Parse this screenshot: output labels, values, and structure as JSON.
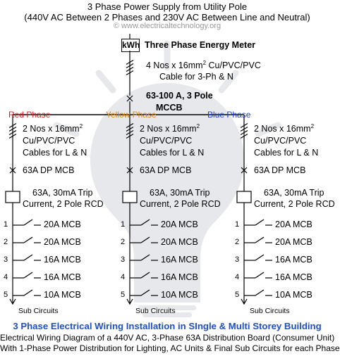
{
  "header": {
    "line1": "3 Phase Power Supply from Utility Pole",
    "line2": "(440V AC Between 2 Phases and 230V AC Between Line and Neutral)",
    "watermark": "© www.electricaltechnology.org"
  },
  "meter": {
    "box_label": "kWh",
    "label": "Three Phase Energy Meter"
  },
  "main_cable": {
    "line1": "4 Nos x 16mm",
    "sup": "2",
    "line1_rest": " Cu/PVC/PVC",
    "line2": "Cable for 3-Ph & N"
  },
  "mccb": {
    "line1": "63-100 A, 3 Pole",
    "line2": "MCCB"
  },
  "phases": [
    {
      "name": "Red Phase",
      "color": "#d42020",
      "cable_line1": "2 Nos x 16mm",
      "cable_sup": "2",
      "cable_line2": "Cu/PVC/PVC",
      "cable_line3": "Cables for L & N",
      "dp_mcb": "63A DP MCB",
      "rcd_line1": "63A, 30mA Trip",
      "rcd_line2": "Current, 2 Pole RCD",
      "circuits": [
        {
          "num": "1",
          "label": "20A MCB"
        },
        {
          "num": "2",
          "label": "20A MCB"
        },
        {
          "num": "3",
          "label": "16A MCB"
        },
        {
          "num": "4",
          "label": "16A MCB"
        },
        {
          "num": "5",
          "label": "10A MCB"
        }
      ],
      "sub_label": "Sub Circuits"
    },
    {
      "name": "Yellow Phase",
      "color": "#e08a00",
      "cable_line1": "2 Nos x 16mm",
      "cable_sup": "2",
      "cable_line2": "Cu/PVC/PVC",
      "cable_line3": "Cables for L & N",
      "dp_mcb": "63A DP MCB",
      "rcd_line1": "63A, 30mA Trip",
      "rcd_line2": "Current, 2 Pole RCD",
      "circuits": [
        {
          "num": "1",
          "label": "20A MCB"
        },
        {
          "num": "2",
          "label": "20A MCB"
        },
        {
          "num": "3",
          "label": "16A MCB"
        },
        {
          "num": "4",
          "label": "16A MCB"
        },
        {
          "num": "5",
          "label": "10A MCB"
        }
      ],
      "sub_label": "Sub Circuits"
    },
    {
      "name": "Blue Phase",
      "color": "#1c3fd0",
      "cable_line1": "2 Nos x 16mm",
      "cable_sup": "2",
      "cable_line2": "Cu/PVC/PVC",
      "cable_line3": "Cables for L & N",
      "dp_mcb": "63A DP MCB",
      "rcd_line1": "63A, 30mA Trip",
      "rcd_line2": "Current, 2 Pole RCD",
      "circuits": [
        {
          "num": "1",
          "label": "20A MCB"
        },
        {
          "num": "2",
          "label": "20A MCB"
        },
        {
          "num": "3",
          "label": "16A MCB"
        },
        {
          "num": "4",
          "label": "16A MCB"
        },
        {
          "num": "5",
          "label": "10A MCB"
        }
      ],
      "sub_label": "Sub Circuits"
    }
  ],
  "footer": {
    "title": "3 Phase Electrical Wiring Installation in SIngle & Multi Storey Building",
    "line1": "Electrical Wiring Diagram of a 440V AC, 3-Phase 63A Distribution Board (Consumer Unit)",
    "line2": "With 1-Phase Power Distribution for Lighting, AC Units & Final Sub Circuits for each Phase"
  }
}
